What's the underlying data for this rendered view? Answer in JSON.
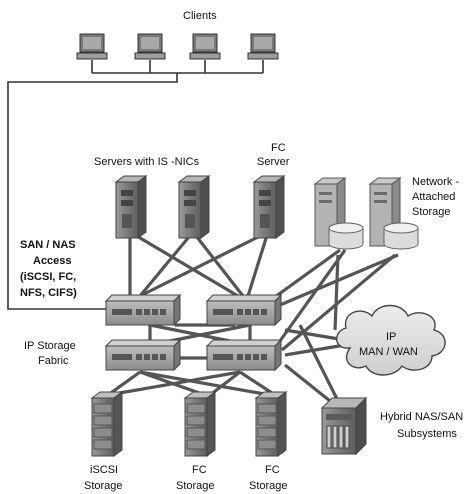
{
  "labels": {
    "clients": "Clients",
    "servers_iscsi": "Servers with IS   -NICs",
    "fc_server_line1": "FC",
    "fc_server_line2": "Server",
    "nas_line1": "Network   -",
    "nas_line2": "Attached",
    "nas_line3": "Storage",
    "access_line1": "SAN / NAS",
    "access_line2": "Access",
    "access_line3": "(iSCSI, FC,",
    "access_line4": "NFS, CIFS)",
    "fabric_line1": "IP Storage",
    "fabric_line2": "Fabric",
    "cloud_line1": "IP",
    "cloud_line2": "MAN / WAN",
    "hybrid_line1": "Hybrid NAS/SAN",
    "hybrid_line2": "Subsystems",
    "iscsi_storage_line1": "iSCSI",
    "iscsi_storage_line2": "Storage",
    "fc_storage1_line1": "FC",
    "fc_storage1_line2": "Storage",
    "fc_storage2_line1": "FC",
    "fc_storage2_line2": "Storage"
  },
  "colors": {
    "line": "#555555",
    "device_dark": "#6f6f6f",
    "device_light": "#c9c9c9",
    "cloud_fill": "#e2e2e2",
    "background": "#ffffff"
  }
}
